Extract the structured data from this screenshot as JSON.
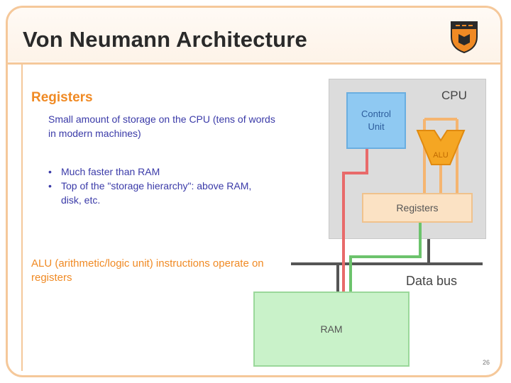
{
  "slide": {
    "title": "Von Neumann Architecture",
    "page_number": "26"
  },
  "content": {
    "heading": "Registers",
    "description": "Small amount of storage on the CPU (tens of words in modern machines)",
    "bullets": [
      "Much faster than RAM",
      "Top of the \"storage hierarchy\": above RAM, disk, etc."
    ],
    "alu_note": "ALU (arithmetic/logic unit) instructions operate on registers"
  },
  "diagram": {
    "cpu_label": "CPU",
    "control_unit_label": "Control Unit",
    "alu_label": "ALU",
    "registers_label": "Registers",
    "data_bus_label": "Data bus",
    "ram_label": "RAM"
  },
  "colors": {
    "frame": "#f5c89a",
    "heading": "#f08a24",
    "body_text": "#3a3aa8",
    "cpu_fill": "#dcdcdc",
    "control_unit_fill": "#8fc9f2",
    "alu_fill": "#f5a623",
    "registers_fill": "#fbe2c4",
    "ram_fill": "#c9f2c9",
    "control_wire": "#e86a6a",
    "data_wire": "#6cc36c"
  },
  "icons": {
    "logo": "princeton-shield-icon"
  }
}
